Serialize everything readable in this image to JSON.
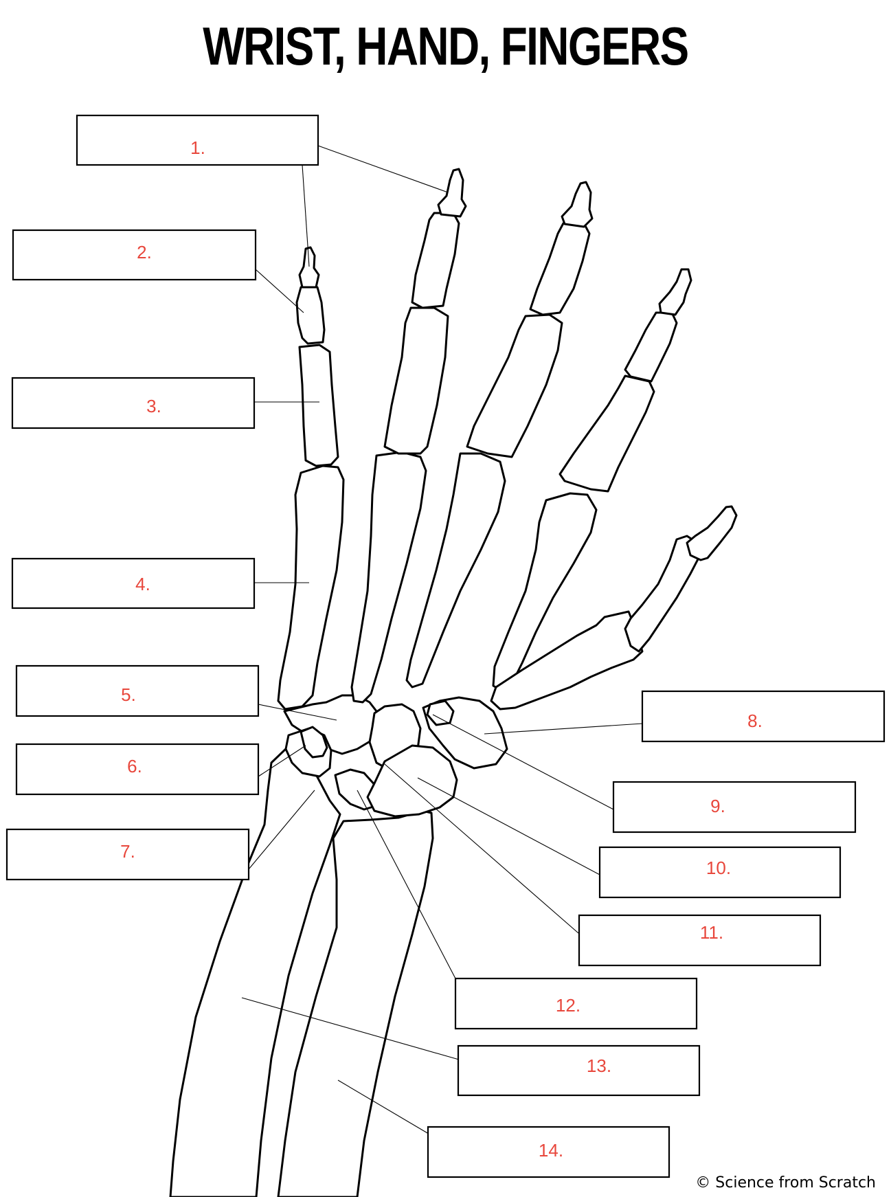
{
  "title": "WRIST, HAND, FINGERS",
  "labels": [
    "1.",
    "2.",
    "3.",
    "4.",
    "5.",
    "6.",
    "7.",
    "8.",
    "9.",
    "10.",
    "11.",
    "12.",
    "13.",
    "14."
  ],
  "credit": "© Science from Scratch",
  "colors": {
    "label_number": "#e8473c",
    "outline": "#000000",
    "background": "#ffffff"
  }
}
